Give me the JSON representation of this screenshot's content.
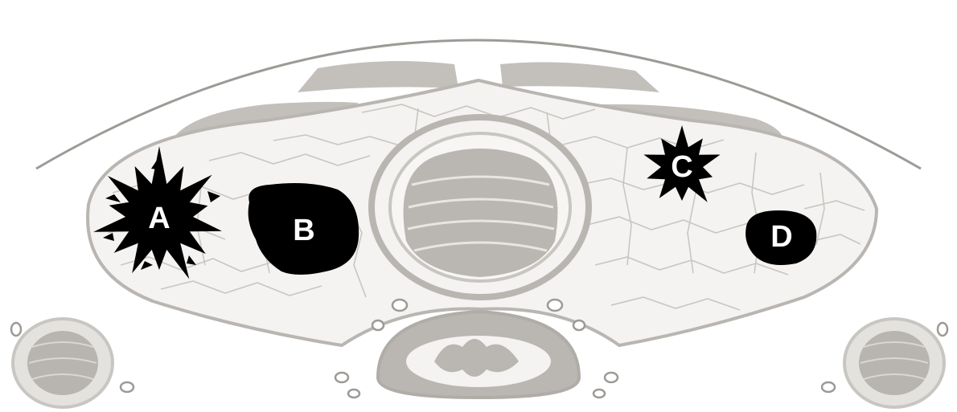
{
  "labels": {
    "a": "A",
    "b": "B",
    "c": "C",
    "d": "D"
  },
  "colors": {
    "background": "#ffffff",
    "outline": "#9d9a96",
    "tissue_fill": "#f4f3f1",
    "muscle_gray": "#c3c0bb",
    "organ_gray": "#bab7b2",
    "lesion_black": "#000000",
    "label_white": "#ffffff"
  },
  "lesions": [
    {
      "label_key": "a",
      "shape": "spiculated-star"
    },
    {
      "label_key": "b",
      "shape": "irregular-oval"
    },
    {
      "label_key": "c",
      "shape": "spiculated-star"
    },
    {
      "label_key": "d",
      "shape": "round-oval"
    }
  ]
}
